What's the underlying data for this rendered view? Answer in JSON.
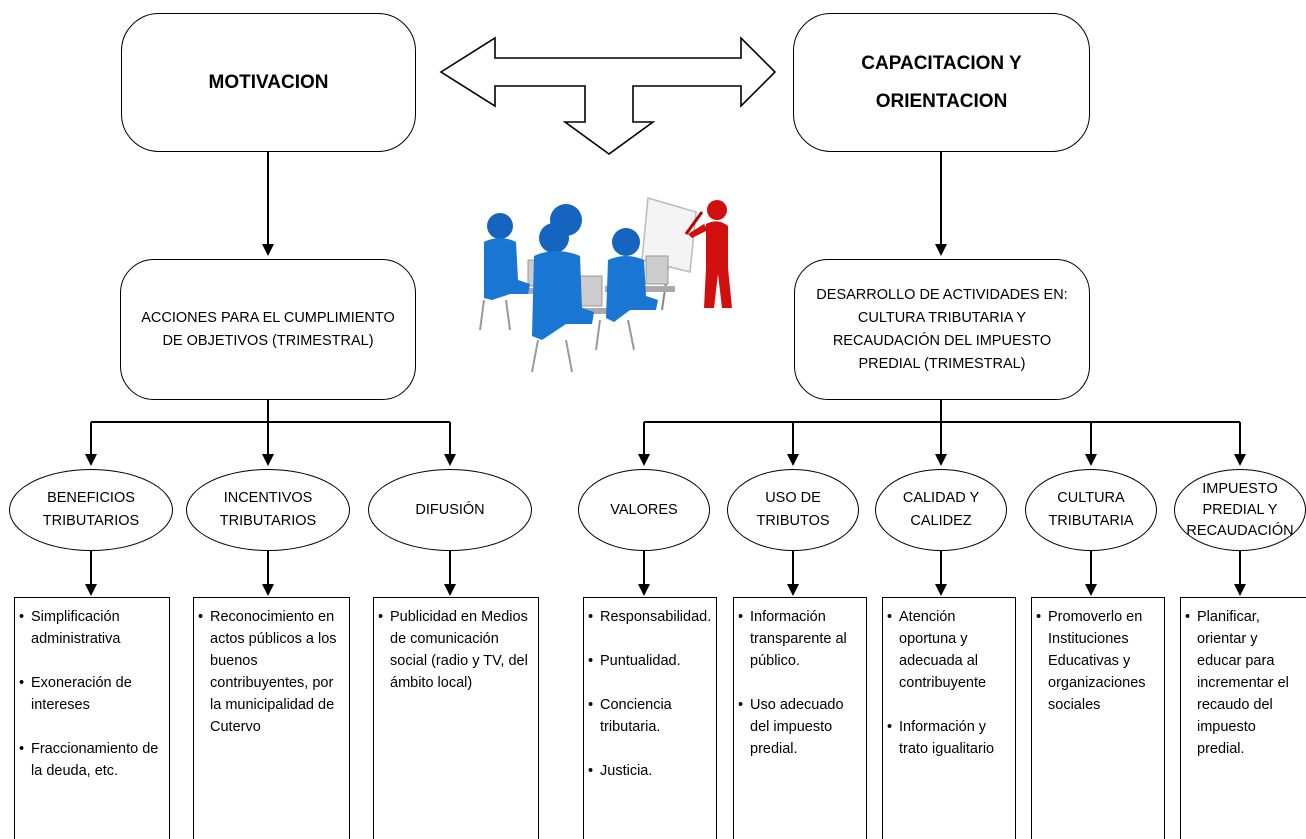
{
  "top": {
    "left": "MOTIVACION",
    "right_line1": "CAPACITACION Y",
    "right_line2": "ORIENTACION"
  },
  "middle": {
    "left_line1": "ACCIONES PARA EL CUMPLIMIENTO",
    "left_line2": "DE OBJETIVOS (TRIMESTRAL)",
    "right_line1": "DESARROLLO DE ACTIVIDADES EN:",
    "right_line2": "CULTURA TRIBUTARIA Y",
    "right_line3": "RECAUDACIÓN DEL IMPUESTO",
    "right_line4": "PREDIAL (TRIMESTRAL)"
  },
  "categories": {
    "beneficios": [
      "BENEFICIOS",
      "TRIBUTARIOS"
    ],
    "incentivos": [
      "INCENTIVOS",
      "TRIBUTARIOS"
    ],
    "difusion": [
      "DIFUSIÓN"
    ],
    "valores": [
      "VALORES"
    ],
    "uso": [
      "USO DE",
      "TRIBUTOS"
    ],
    "calidad": [
      "CALIDAD Y",
      "CALIDEZ"
    ],
    "cultura": [
      "CULTURA",
      "TRIBUTARIA"
    ],
    "impuesto": [
      "IMPUESTO",
      "PREDIAL Y",
      "RECAUDACIÓN"
    ]
  },
  "details": {
    "beneficios": [
      "Simplificación administrativa",
      "Exoneración de intereses",
      "Fraccionamiento de la deuda, etc."
    ],
    "incentivos": [
      "Reconocimiento en actos públicos a los buenos contribuyentes, por la municipalidad de Cutervo"
    ],
    "difusion": [
      "Publicidad en Medios de comunicación social (radio y TV, del ámbito local)"
    ],
    "valores": [
      "Responsabilidad.",
      "Puntualidad.",
      "Conciencia tributaria.",
      "Justicia."
    ],
    "uso": [
      "Información transparente al público.",
      "Uso adecuado del impuesto predial."
    ],
    "calidad": [
      "Atención oportuna y adecuada al contribuyente",
      "Información y trato igualitario"
    ],
    "cultura": [
      "Promoverlo en Instituciones Educativas y organizaciones sociales"
    ],
    "impuesto": [
      "Planificar, orientar y educar para incrementar el recaudo del impuesto predial."
    ]
  }
}
